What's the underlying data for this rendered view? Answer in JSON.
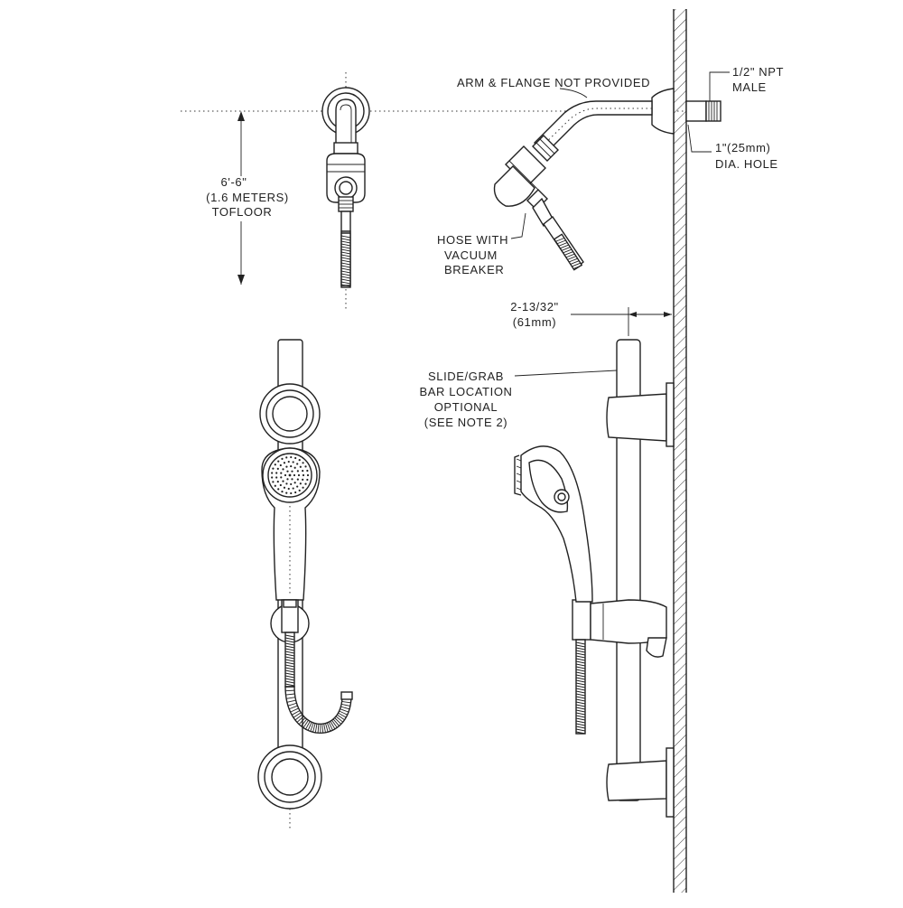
{
  "labels": {
    "arm_flange": "ARM & FLANGE NOT PROVIDED",
    "npt_line1": "1/2\" NPT",
    "npt_line2": "MALE",
    "hole_line1": "1\"(25mm)",
    "hole_line2": "DIA. HOLE",
    "height_line1": "6'-6\"",
    "height_line2": "(1.6 METERS)",
    "height_line3": "TOFLOOR",
    "hose_line1": "HOSE WITH",
    "hose_line2": "VACUUM",
    "hose_line3": "BREAKER",
    "offset_line1": "2-13/32\"",
    "offset_line2": "(61mm)",
    "slide_line1": "SLIDE/GRAB",
    "slide_line2": "BAR LOCATION",
    "slide_line3": "OPTIONAL",
    "slide_line4": "(SEE NOTE 2)"
  }
}
